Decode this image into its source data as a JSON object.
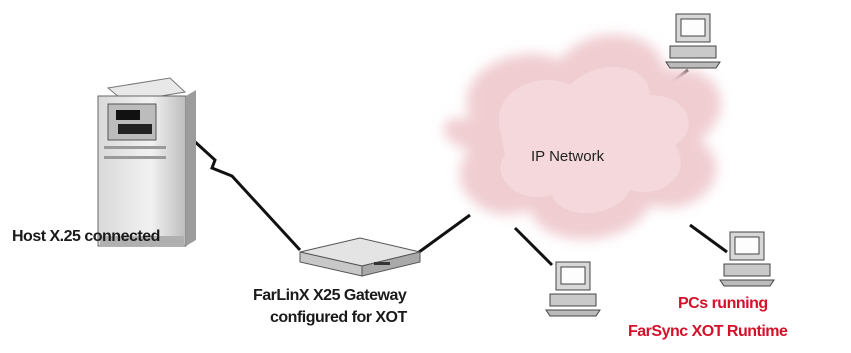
{
  "diagram": {
    "cloud_label": "IP Network",
    "host_label": "Host X.25 connected",
    "gateway_label_line1": "FarLinX X25 Gateway",
    "gateway_label_line2": "configured for XOT",
    "pcs_label_line1": "PCs running",
    "pcs_label_line2": "FarSync XOT Runtime",
    "icons": [
      "server-icon",
      "gateway-icon",
      "cloud-icon",
      "pc-icon"
    ],
    "colors": {
      "cloud": "#f3d4d7",
      "red_label": "#d3112a",
      "line": "#111111"
    }
  }
}
